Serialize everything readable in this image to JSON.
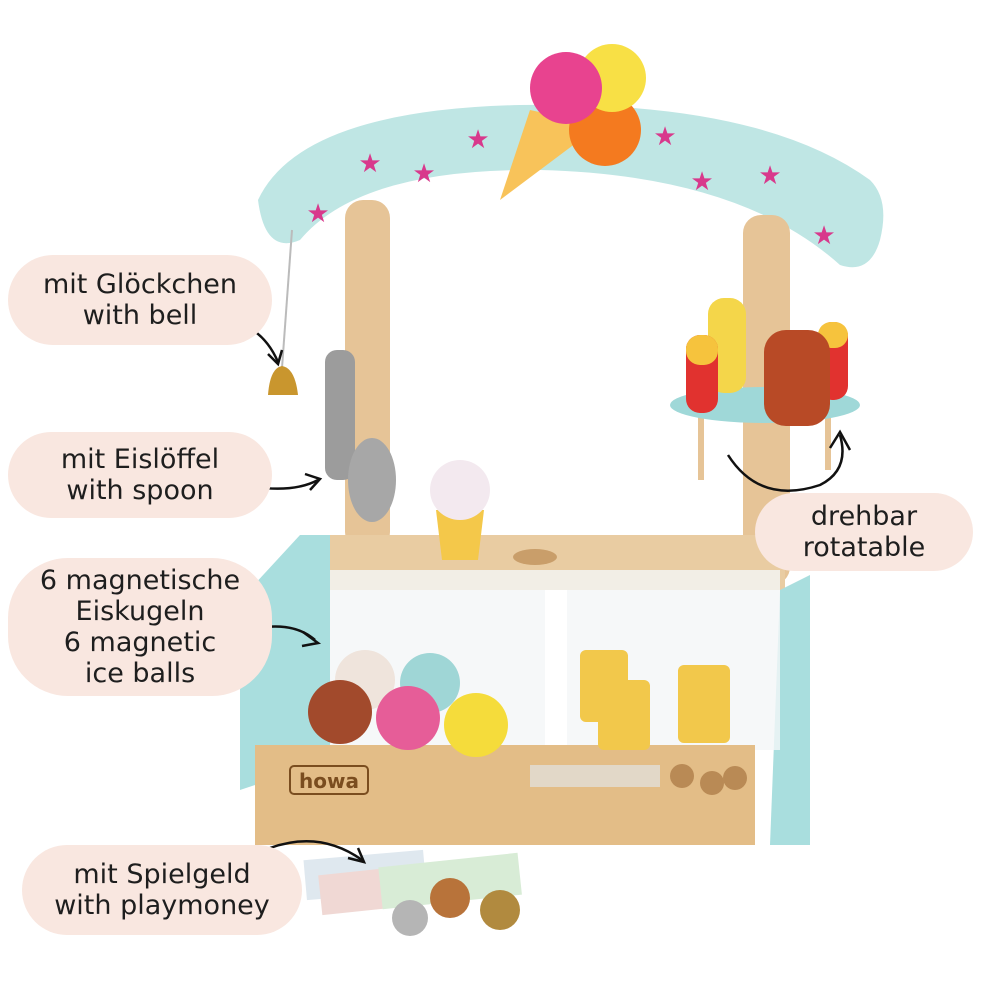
{
  "brand_logo": "howa",
  "colors": {
    "label_background": "#f9e7e0",
    "arch": "#bfe6e4",
    "stars": "#d8398c",
    "wood": "#e6c497"
  },
  "annotations": {
    "bell": {
      "de": "mit Glöckchen",
      "en": "with bell"
    },
    "spoon": {
      "de": "mit Eislöffel",
      "en": "with spoon"
    },
    "balls": {
      "de_1": "6 magnetische",
      "de_2": "Eiskugeln",
      "en_1": "6 magnetic",
      "en_2": "ice balls"
    },
    "rotatable": {
      "de": "drehbar",
      "en": "rotatable"
    },
    "money": {
      "de": "mit Spielgeld",
      "en": "with playmoney"
    }
  }
}
